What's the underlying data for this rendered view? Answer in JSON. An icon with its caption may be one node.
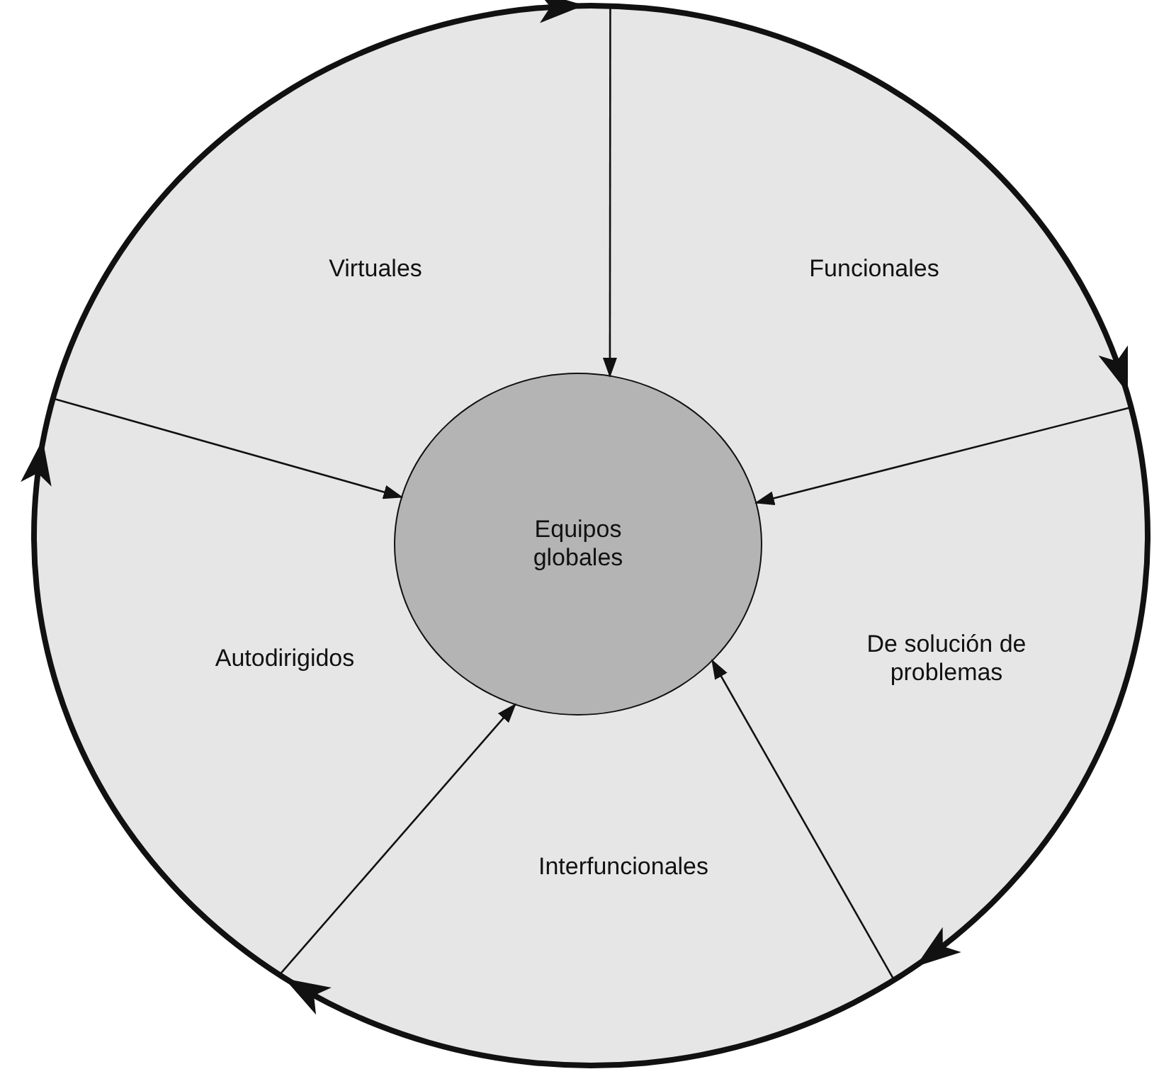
{
  "diagram": {
    "nodes": [
      {
        "text": [],
        "shape": "circle"
      },
      {
        "text": [
          "Equipos globales"
        ],
        "in": 0
      }
    ],
    "edges": [
      {
        "from": 0,
        "to": 1,
        "arrow": "to"
      },
      {
        "from": 0,
        "to": 1,
        "arrow": "to"
      },
      {
        "from": 0,
        "to": 1,
        "arrow": "to"
      },
      {
        "from": 0,
        "to": 1,
        "arrow": "to"
      },
      {
        "from": 0,
        "to": 1,
        "arrow": "to"
      }
    ],
    "labels": [
      "Virtuales",
      "Funcionales",
      "Autodirigidos",
      "De solución de problemas",
      "Interfuncionales"
    ]
  }
}
